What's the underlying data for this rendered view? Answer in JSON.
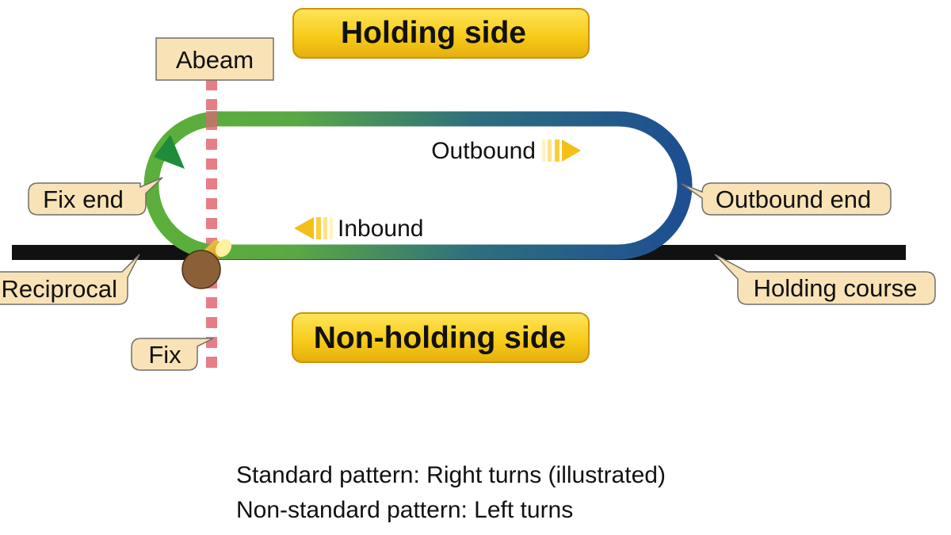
{
  "labels": {
    "holding_side": "Holding side",
    "non_holding_side": "Non-holding side",
    "abeam": "Abeam",
    "outbound": "Outbound",
    "inbound": "Inbound",
    "fix_end": "Fix end",
    "outbound_end": "Outbound end",
    "reciprocal": "Reciprocal",
    "holding_course": "Holding course",
    "fix": "Fix"
  },
  "footer": {
    "line1": "Standard pattern: Right turns (illustrated)",
    "line2": "Non-standard pattern: Left turns"
  },
  "colors": {
    "pattern_start": "#5CAF3A",
    "pattern_end": "#1D4F91",
    "tan_callout": "#F9E3B6",
    "yellow_callout": "#F3C919",
    "course_line": "#111111",
    "abeam_stripe": "#E77E85"
  }
}
